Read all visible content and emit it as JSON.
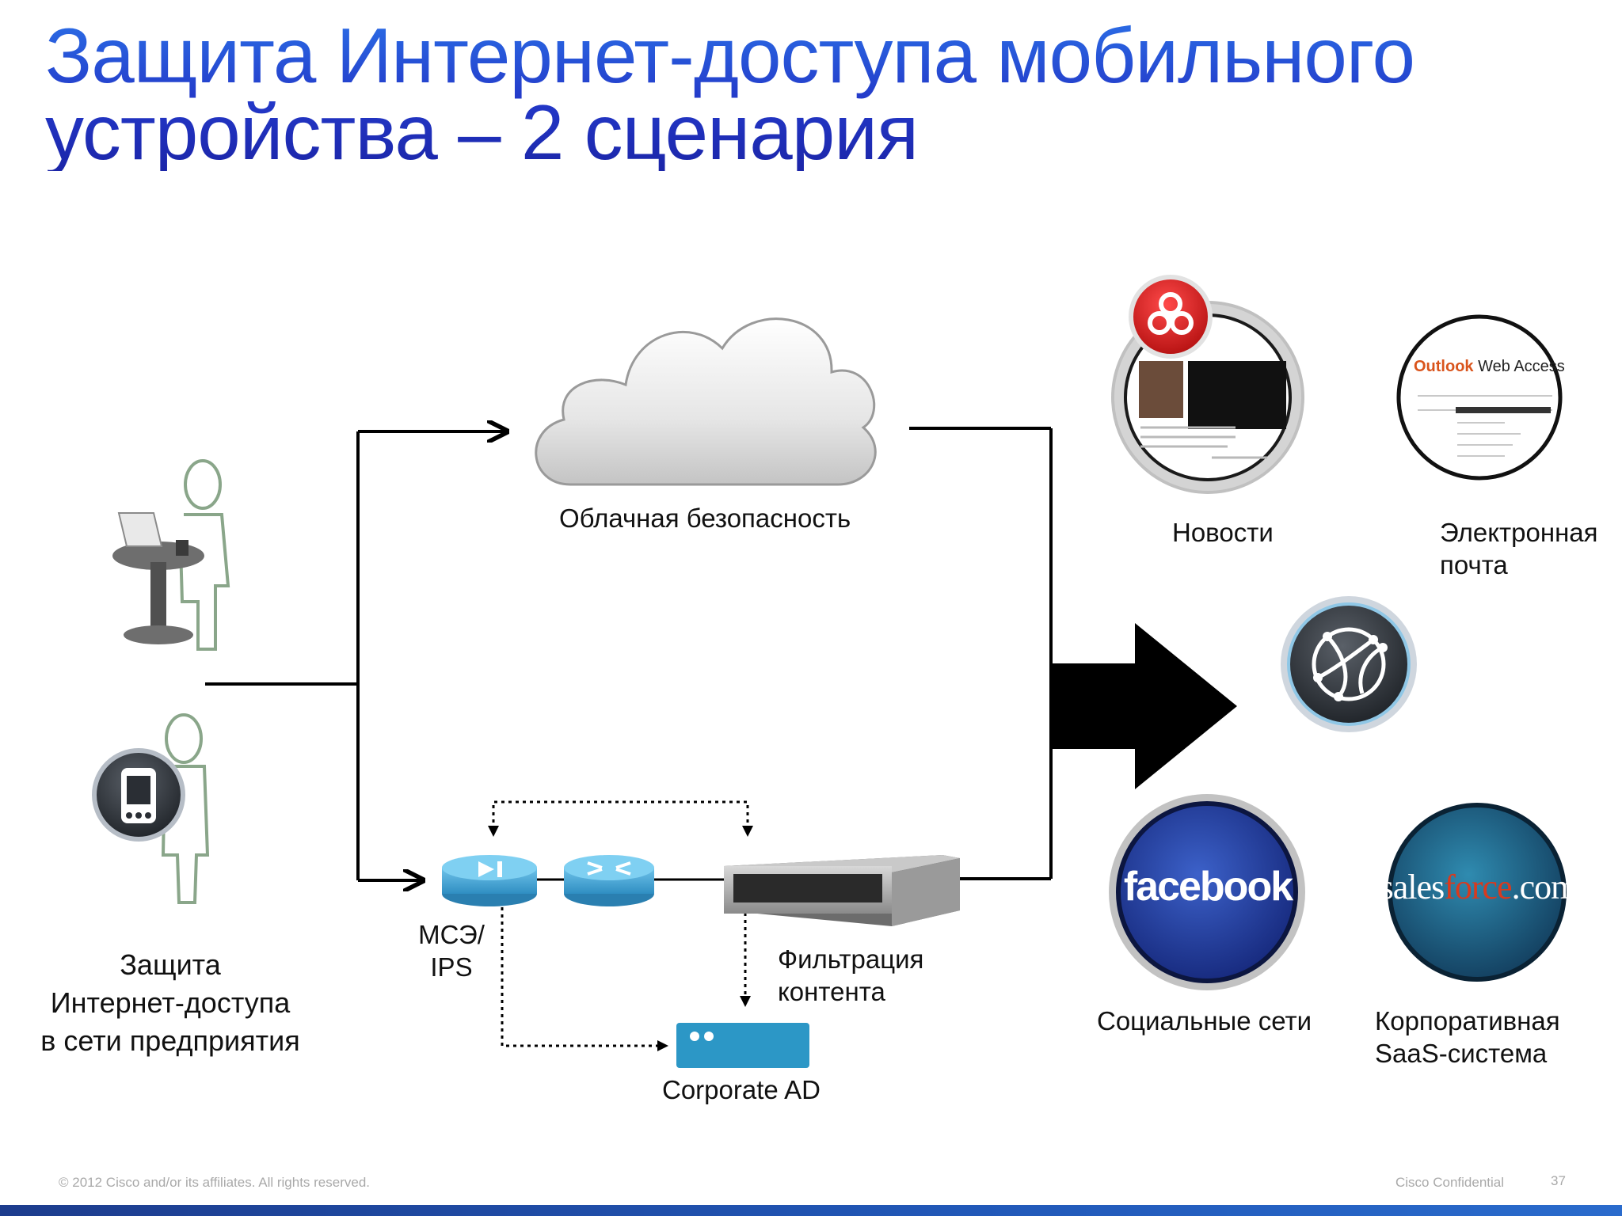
{
  "title": {
    "line1": "Защита Интернет-доступа мобильного",
    "line2": "устройства – 2 сценария"
  },
  "labels": {
    "cloud": "Облачная безопасность",
    "firewall_line1": "МСЭ/",
    "firewall_line2": "IPS",
    "content_filter_line1": "Фильтрация",
    "content_filter_line2": "контента",
    "corporate_ad": "Corporate AD",
    "enterprise_line1": "Защита",
    "enterprise_line2": "Интернет-доступа",
    "enterprise_line3": "в сети предприятия",
    "news": "Новости",
    "email_line1": "Электронная",
    "email_line2": "почта",
    "social": "Социальные сети",
    "saas_line1": "Корпоративная",
    "saas_line2": "SaaS-система"
  },
  "logos": {
    "facebook": "facebook",
    "salesforce_pre": "sales",
    "salesforce_mid": "force",
    "salesforce_post": ".com",
    "owa_prefix": "Outlook",
    "owa_suffix": " Web Access"
  },
  "footer": {
    "copyright": "© 2012 Cisco and/or its affiliates. All rights reserved.",
    "confidential": "Cisco Confidential",
    "page": "37"
  },
  "colors": {
    "title": "#2338c8",
    "cisco_blue": "#3a9ccf",
    "facebook": "#1f3e9c",
    "salesforce": "#1f6a8a",
    "biohazard": "#d41f1f",
    "footer_bar": "#1d3c8d"
  },
  "icons": {
    "cloud": "cloud-icon",
    "firewall": "firewall-icon",
    "router": "router-icon",
    "appliance": "content-filter-appliance-icon",
    "server": "server-icon",
    "globe": "globe-icon",
    "biohazard": "biohazard-icon",
    "mobile": "mobile-phone-icon",
    "user_laptop": "user-laptop-icon"
  }
}
